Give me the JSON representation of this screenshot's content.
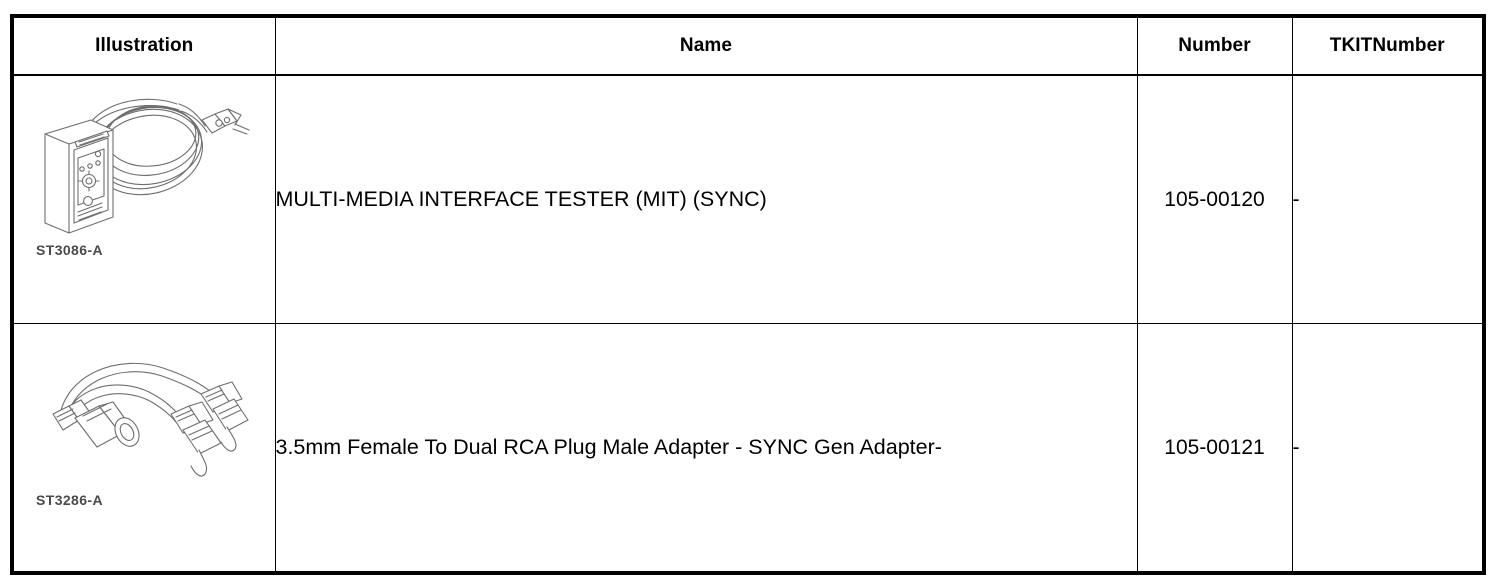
{
  "table": {
    "headers": [
      {
        "key": "illustration",
        "label": "Illustration"
      },
      {
        "key": "name",
        "label": "Name"
      },
      {
        "key": "number",
        "label": "Number"
      },
      {
        "key": "tkitnumber",
        "label": "TKITNumber"
      }
    ],
    "rows": [
      {
        "illustration_code": "ST3086-A",
        "illustration_alt": "multimedia-interface-tester-with-coiled-cable-and-plug",
        "name": "MULTI-MEDIA INTERFACE TESTER (MIT) (SYNC)",
        "number": "105-00120",
        "tkitnumber": "-"
      },
      {
        "illustration_code": "ST3286-A",
        "illustration_alt": "3.5mm-female-to-dual-rca-male-y-adapter-cable",
        "name": "3.5mm Female To Dual RCA Plug Male Adapter - SYNC Gen Adapter-",
        "number": "105-00121",
        "tkitnumber": "-"
      }
    ]
  },
  "colors": {
    "border": "#000000",
    "text": "#000000",
    "illustration_line": "#6e6e6e",
    "illustration_code_text": "#4a4a4a",
    "background": "#ffffff"
  }
}
